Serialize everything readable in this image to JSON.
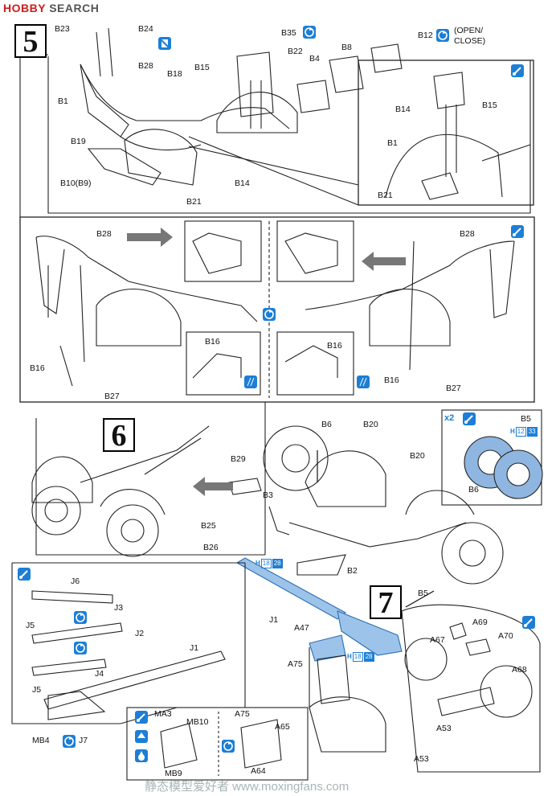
{
  "header": {
    "logo_primary": "HOBBY",
    "logo_secondary": "SEARCH"
  },
  "steps": {
    "s5": "5",
    "s6": "6",
    "s7": "7"
  },
  "step5": {
    "labels": [
      "B23",
      "B24",
      "B28",
      "B1",
      "B18",
      "B15",
      "B35",
      "B22",
      "B4",
      "B8",
      "B12",
      "B19",
      "B10(B9)",
      "B21",
      "B14"
    ],
    "b12_note_1": "(OPEN/",
    "b12_note_2": "CLOSE)",
    "inset_labels": [
      "B14",
      "B15",
      "B1",
      "B21"
    ]
  },
  "step5b": {
    "left_labels": [
      "B28",
      "B16",
      "B27",
      "B16"
    ],
    "right_labels": [
      "B28",
      "B16",
      "B16",
      "B27"
    ]
  },
  "step6": {
    "labels": [
      "B6",
      "B20",
      "B29",
      "B3",
      "B20",
      "B25",
      "B26",
      "B2",
      "B5"
    ],
    "inset": {
      "multiplier": "x2",
      "labels": [
        "B5",
        "B6"
      ],
      "badge_h": "H",
      "badge_a": "12",
      "badge_b": "33"
    },
    "j1_badge": {
      "h": "H",
      "a": "18",
      "b": "28"
    },
    "j1_label": "J1"
  },
  "step7": {
    "labels": [
      "A47",
      "A69",
      "A67",
      "A70",
      "A75",
      "A68",
      "A53",
      "A53"
    ],
    "badge": {
      "h": "H",
      "a": "18",
      "b": "28"
    }
  },
  "j_panel": {
    "labels": [
      "J6",
      "J3",
      "J5",
      "J2",
      "J1",
      "J4",
      "J5",
      "MB4",
      "J7"
    ]
  },
  "mag_panel": {
    "labels": [
      "MA3",
      "MB10",
      "A75",
      "A65",
      "MB9",
      "A64"
    ]
  },
  "watermark": "静态模型爱好者 www.moxingfans.com"
}
